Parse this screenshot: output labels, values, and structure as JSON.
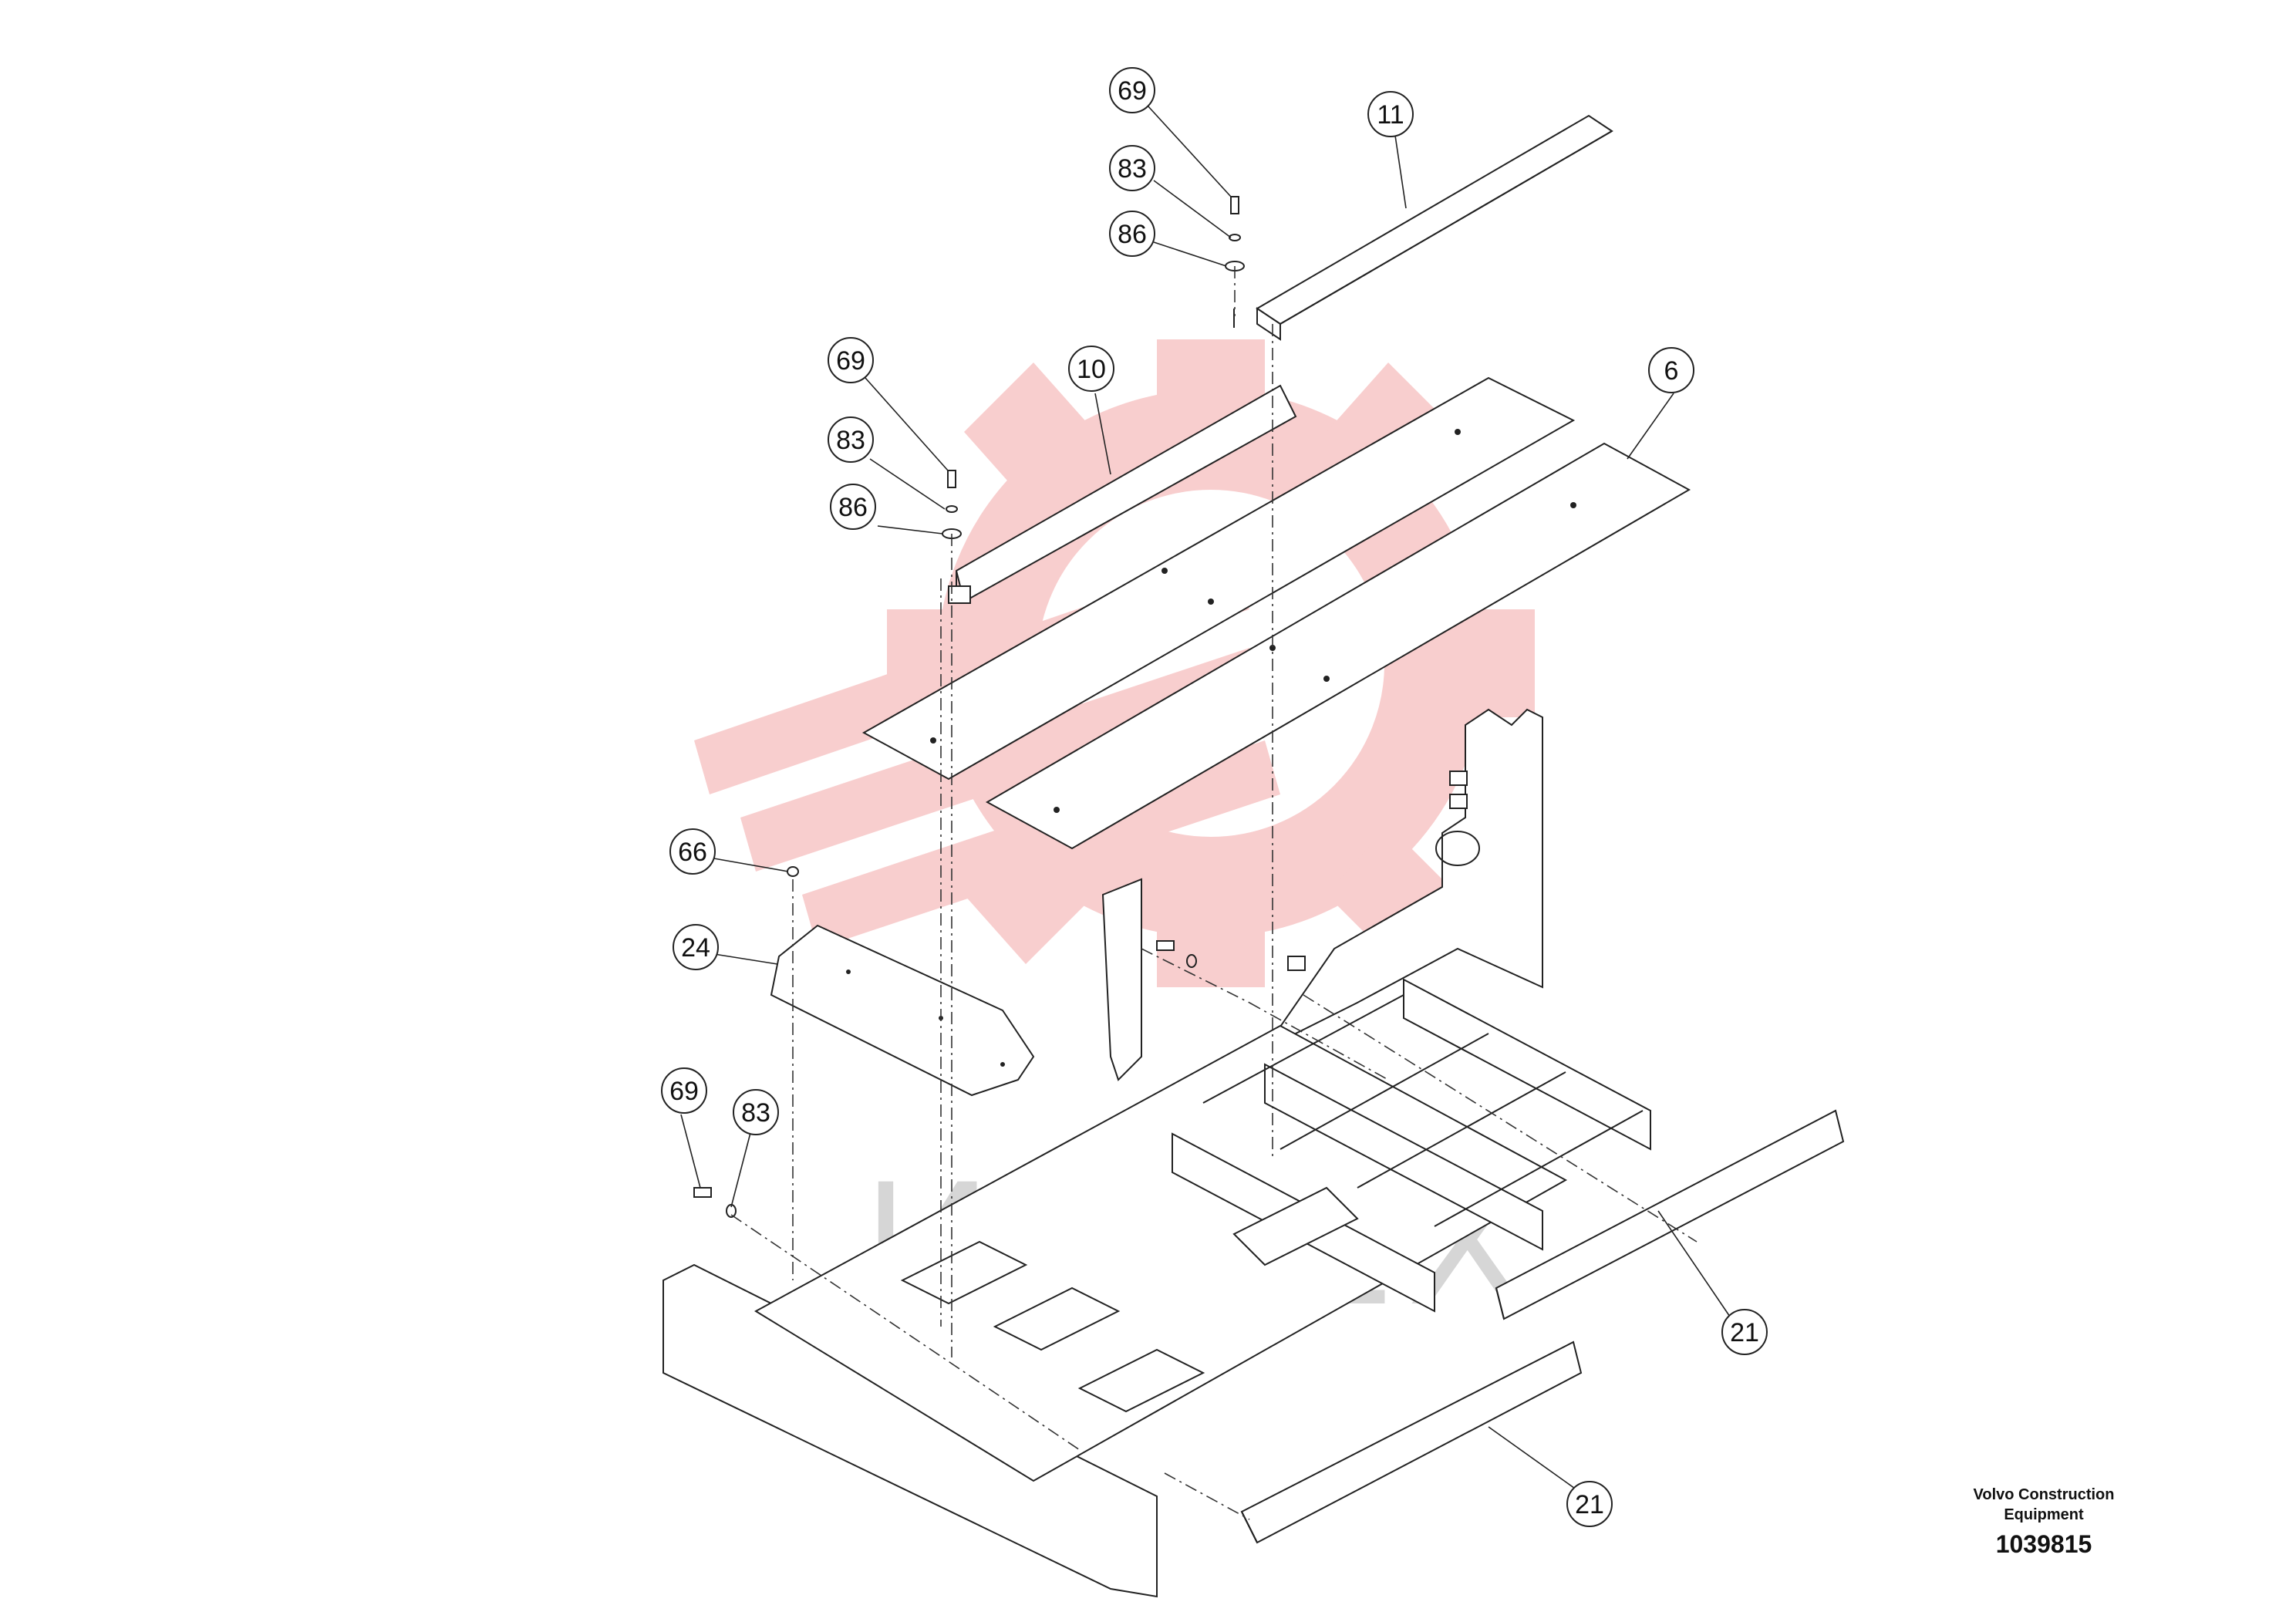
{
  "watermark": {
    "text": "ИНТЕХ",
    "color": "#f7c6c6"
  },
  "callouts": [
    {
      "label": "69"
    },
    {
      "label": "83"
    },
    {
      "label": "86"
    },
    {
      "label": "11"
    },
    {
      "label": "69"
    },
    {
      "label": "83"
    },
    {
      "label": "86"
    },
    {
      "label": "10"
    },
    {
      "label": "6"
    },
    {
      "label": "66"
    },
    {
      "label": "24"
    },
    {
      "label": "69"
    },
    {
      "label": "83"
    },
    {
      "label": "21"
    },
    {
      "label": "21"
    }
  ],
  "caption": {
    "line1": "Volvo Construction",
    "line2": "Equipment",
    "number": "1039815"
  }
}
